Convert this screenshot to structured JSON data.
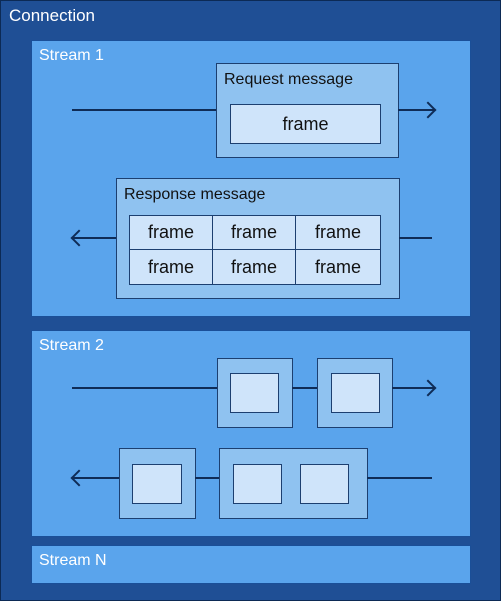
{
  "connection": {
    "title": "Connection"
  },
  "stream1": {
    "title": "Stream 1",
    "request": {
      "label": "Request message",
      "frames": [
        "frame"
      ]
    },
    "response": {
      "label": "Response message",
      "frames": [
        "frame",
        "frame",
        "frame",
        "frame",
        "frame",
        "frame"
      ]
    }
  },
  "stream2": {
    "title": "Stream 2"
  },
  "streamN": {
    "title": "Stream N"
  },
  "colors": {
    "connection_bg": "#1f4f95",
    "stream_bg": "#5aa4ec",
    "message_bg": "#8fc2f0",
    "frame_bg": "#cfe4fa",
    "line": "#0f2c57"
  }
}
